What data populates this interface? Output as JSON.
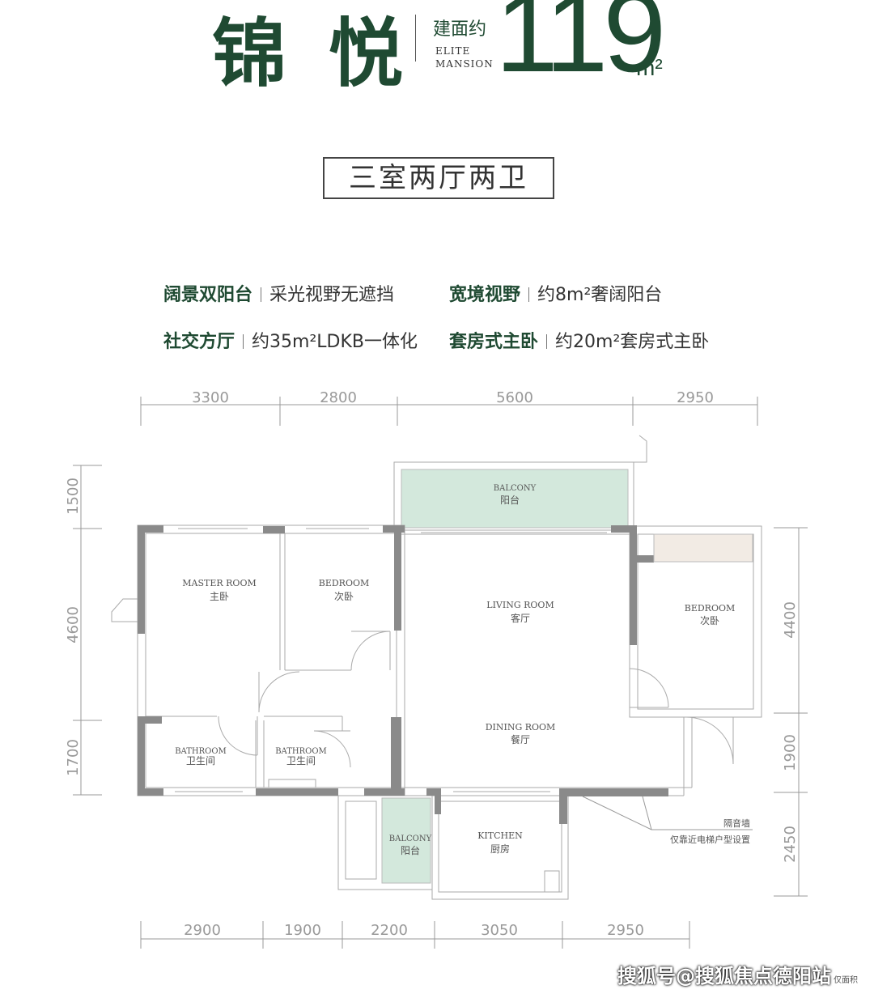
{
  "header": {
    "name_cn": "锦 悦",
    "area_label": "建面约",
    "name_en_line1": "ELITE",
    "name_en_line2": "MANSION",
    "area_value": "119",
    "area_unit": "m²"
  },
  "layout_type": "三室两厅两卫",
  "features": [
    {
      "key": "阔景双阳台",
      "value": "采光视野无遮挡"
    },
    {
      "key": "宽境视野",
      "value": "约8m²奢阔阳台"
    },
    {
      "key": "社交方厅",
      "value": "约35m²LDKB一体化"
    },
    {
      "key": "套房式主卧",
      "value": "约20m²套房式主卧"
    }
  ],
  "dimensions": {
    "top": [
      "3300",
      "2800",
      "5600",
      "2950"
    ],
    "bottom": [
      "2900",
      "1900",
      "2200",
      "3050",
      "2950"
    ],
    "left": [
      "1500",
      "4600",
      "1700"
    ],
    "right": [
      "4400",
      "1900",
      "2450"
    ]
  },
  "rooms": {
    "balcony_top": {
      "en": "BALCONY",
      "cn": "阳台"
    },
    "master_room": {
      "en": "MASTER ROOM",
      "cn": "主卧"
    },
    "bedroom_a": {
      "en": "BEDROOM",
      "cn": "次卧"
    },
    "living_room": {
      "en": "LIVING ROOM",
      "cn": "客厅"
    },
    "bedroom_b": {
      "en": "BEDROOM",
      "cn": "次卧"
    },
    "dining_room": {
      "en": "DINING ROOM",
      "cn": "餐厅"
    },
    "bathroom_a": {
      "en": "BATHROOM",
      "cn": "卫生间"
    },
    "bathroom_b": {
      "en": "BATHROOM",
      "cn": "卫生间"
    },
    "balcony_bottom": {
      "en": "BALCONY",
      "cn": "阳台"
    },
    "kitchen": {
      "en": "KITCHEN",
      "cn": "厨房"
    }
  },
  "notes": {
    "soundproof": "隔音墙",
    "elevator": "仅靠近电梯户型设置"
  },
  "watermark": "搜狐号@搜狐焦点德阳站",
  "watermark_side": "仅面积",
  "colors": {
    "brand_green": "#1f4a32",
    "balcony_fill": "#d3e8dc",
    "accent_fill": "#f2ebe4",
    "wall": "#8a8a8a"
  }
}
